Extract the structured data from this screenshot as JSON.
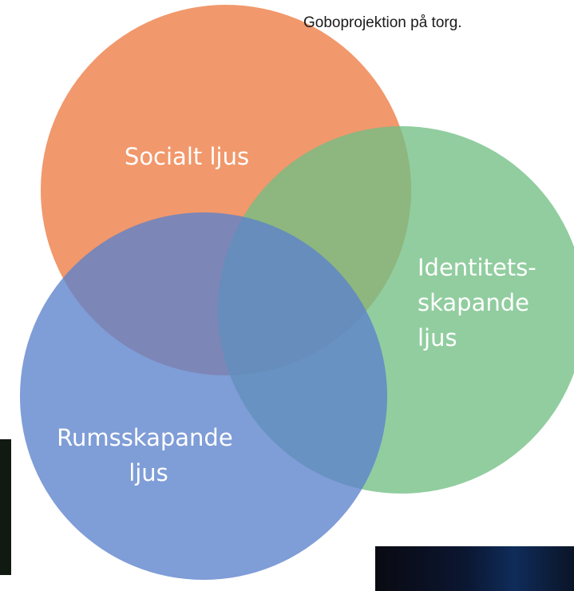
{
  "caption": "Goboprojektion på torg.",
  "diagram": {
    "sets": [
      {
        "id": "social",
        "lines": [
          "Socialt ljus"
        ],
        "color": "#ef8a58"
      },
      {
        "id": "identity",
        "lines": [
          "Identitets-",
          "skapande",
          "ljus"
        ],
        "color": "#72bf84"
      },
      {
        "id": "space",
        "lines": [
          "Rumsskapande",
          "ljus"
        ],
        "color": "#6188ce"
      }
    ]
  }
}
